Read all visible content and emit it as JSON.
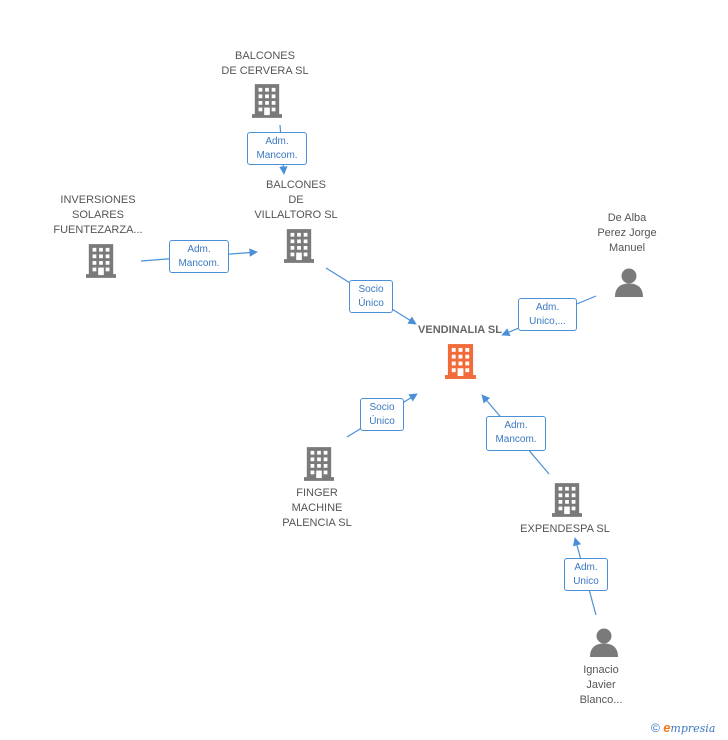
{
  "nodes": {
    "balcones_cervera": {
      "lines": [
        "BALCONES",
        "DE CERVERA SL"
      ]
    },
    "balcones_villaltoro": {
      "lines": [
        "BALCONES",
        "DE",
        "VILLALTORO SL"
      ]
    },
    "inversiones": {
      "lines": [
        "INVERSIONES",
        "SOLARES",
        "FUENTEZARZA..."
      ]
    },
    "vendinalia": {
      "lines": [
        "VENDINALIA SL"
      ]
    },
    "de_alba": {
      "lines": [
        "De Alba",
        "Perez Jorge",
        "Manuel"
      ]
    },
    "finger": {
      "lines": [
        "FINGER",
        "MACHINE",
        "PALENCIA  SL"
      ]
    },
    "expendespa": {
      "lines": [
        "EXPENDESPA SL"
      ]
    },
    "ignacio": {
      "lines": [
        "Ignacio",
        "Javier",
        "Blanco..."
      ]
    }
  },
  "edges": {
    "cervera_villaltoro": {
      "lines": [
        "Adm.",
        "Mancom."
      ]
    },
    "inversiones_villaltoro": {
      "lines": [
        "Adm.",
        "Mancom."
      ]
    },
    "villaltoro_vendinalia": {
      "lines": [
        "Socio",
        "Único"
      ]
    },
    "dealba_vendinalia": {
      "lines": [
        "Adm.",
        "Unico,..."
      ]
    },
    "finger_vendinalia": {
      "lines": [
        "Socio",
        "Único"
      ]
    },
    "expendespa_vendinalia": {
      "lines": [
        "Adm.",
        "Mancom."
      ]
    },
    "ignacio_expendespa": {
      "lines": [
        "Adm.",
        "Unico"
      ]
    }
  },
  "footer": {
    "copyright": "©",
    "brand_initial": "e",
    "brand_rest": "mpresia"
  },
  "colors": {
    "main_node": "#f26b3a",
    "company": "#7a7a7a",
    "person": "#7a7a7a",
    "edge": "#4a90d9"
  },
  "icons": {
    "company": "building-icon",
    "person": "person-icon"
  }
}
